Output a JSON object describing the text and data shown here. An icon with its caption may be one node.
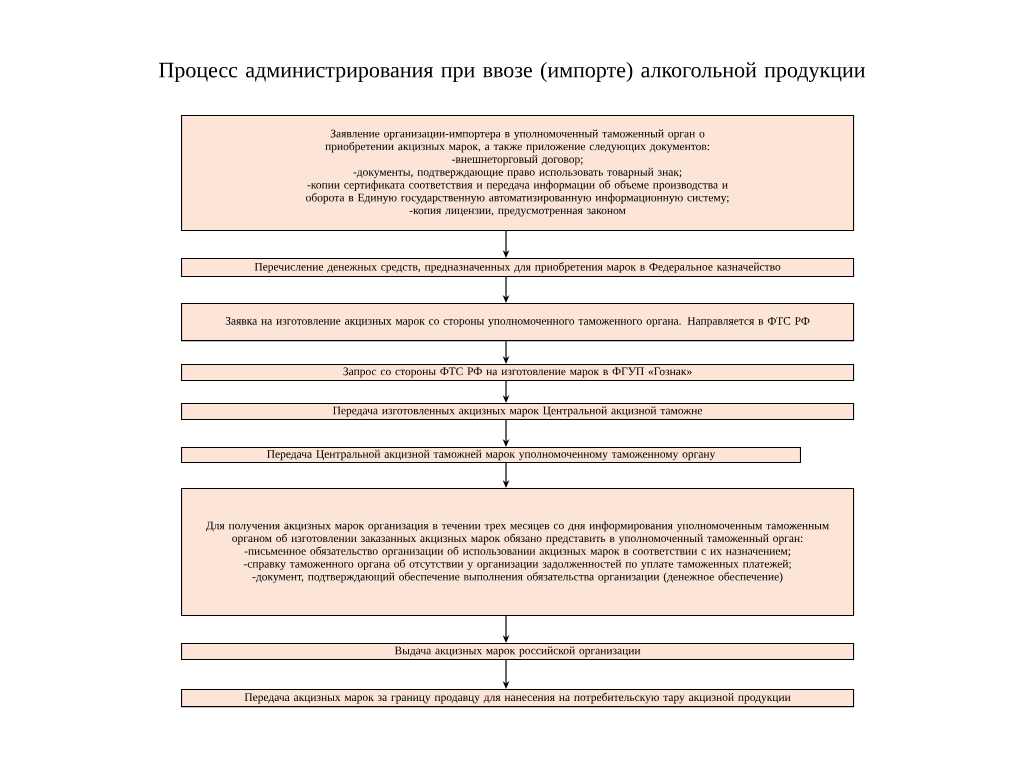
{
  "diagram": {
    "title": "Процесс администрирования при ввозе (импорте) алкогольной продукции",
    "nodes": [
      {
        "text": [
          "Заявление организации-импортера в уполномоченный таможенный орган о приобретении акцизных марок, а также приложение следующих документов:",
          "-внешнеторговый договор;",
          "-документы, подтверждающие право использовать товарный знак;",
          "-копии сертификата соответствия и передача информации об объеме производства и оборота в Единую государственную автоматизированную информационную систему;",
          "-копия лицензии, предусмотренная законом"
        ]
      },
      {
        "text": [
          "Перечисление денежных средств, предназначенных для приобретения марок в Федеральное казначейство"
        ]
      },
      {
        "text": [
          "Заявка на изготовление акцизных марок со стороны уполномоченного таможенного органа. Направляется в ФТС РФ"
        ]
      },
      {
        "text": [
          "Запрос со стороны ФТС РФ на изготовление марок в ФГУП «Гознак»"
        ]
      },
      {
        "text": [
          "Передача изготовленных акцизных марок Центральной акцизной таможне"
        ]
      },
      {
        "text": [
          "Передача Центральной акцизной таможней марок уполномоченному таможенному органу"
        ]
      },
      {
        "text": [
          "Для получения акцизных марок организация в течении трех месяцев со дня информирования уполномоченным таможенным органом об изготовлении заказанных акцизных марок обязано представить в уполномоченный таможенный орган:",
          "-письменное обязательство организации об использовании акцизных марок в соответствии с их назначением;",
          "-справку таможенного органа об отсутствии у организации задолженностей по уплате таможенных платежей;",
          "-документ, подтверждающий обеспечение выполнения обязательства организации (денежное обеспечение)"
        ]
      },
      {
        "text": [
          "Выдача акцизных марок российской организации"
        ]
      },
      {
        "text": [
          "Передача акцизных марок за границу продавцу для нанесения на потребительскую тару акцизной продукции"
        ]
      }
    ],
    "edges": [
      {
        "from": 0,
        "to": 1,
        "arrow": "to"
      },
      {
        "from": 1,
        "to": 2,
        "arrow": "to"
      },
      {
        "from": 2,
        "to": 3,
        "arrow": "to"
      },
      {
        "from": 3,
        "to": 4,
        "arrow": "to"
      },
      {
        "from": 4,
        "to": 5,
        "arrow": "to"
      },
      {
        "from": 5,
        "to": 6,
        "arrow": "to"
      },
      {
        "from": 6,
        "to": 7,
        "arrow": "to"
      },
      {
        "from": 7,
        "to": 8,
        "arrow": "to"
      }
    ]
  }
}
